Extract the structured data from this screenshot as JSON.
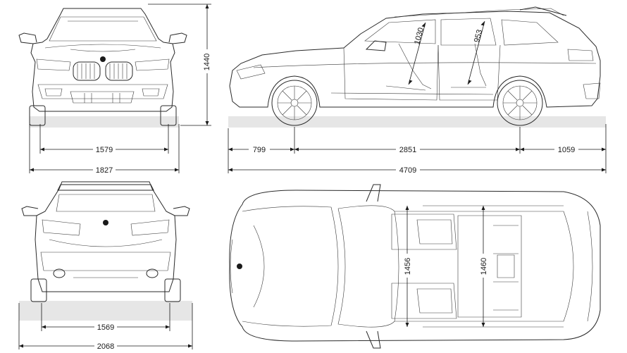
{
  "dimensions": {
    "front_track": "1579",
    "front_width": "1827",
    "height": "1440",
    "front_overhang": "799",
    "wheelbase": "2851",
    "rear_overhang": "1059",
    "length": "4709",
    "front_headroom": "1030",
    "rear_headroom": "953",
    "rear_track": "1569",
    "width_with_mirrors": "2068",
    "front_interior_width": "1456",
    "rear_interior_width": "1460"
  },
  "colors": {
    "line": "#2a2a2a",
    "ground": "#e6e6e6"
  }
}
